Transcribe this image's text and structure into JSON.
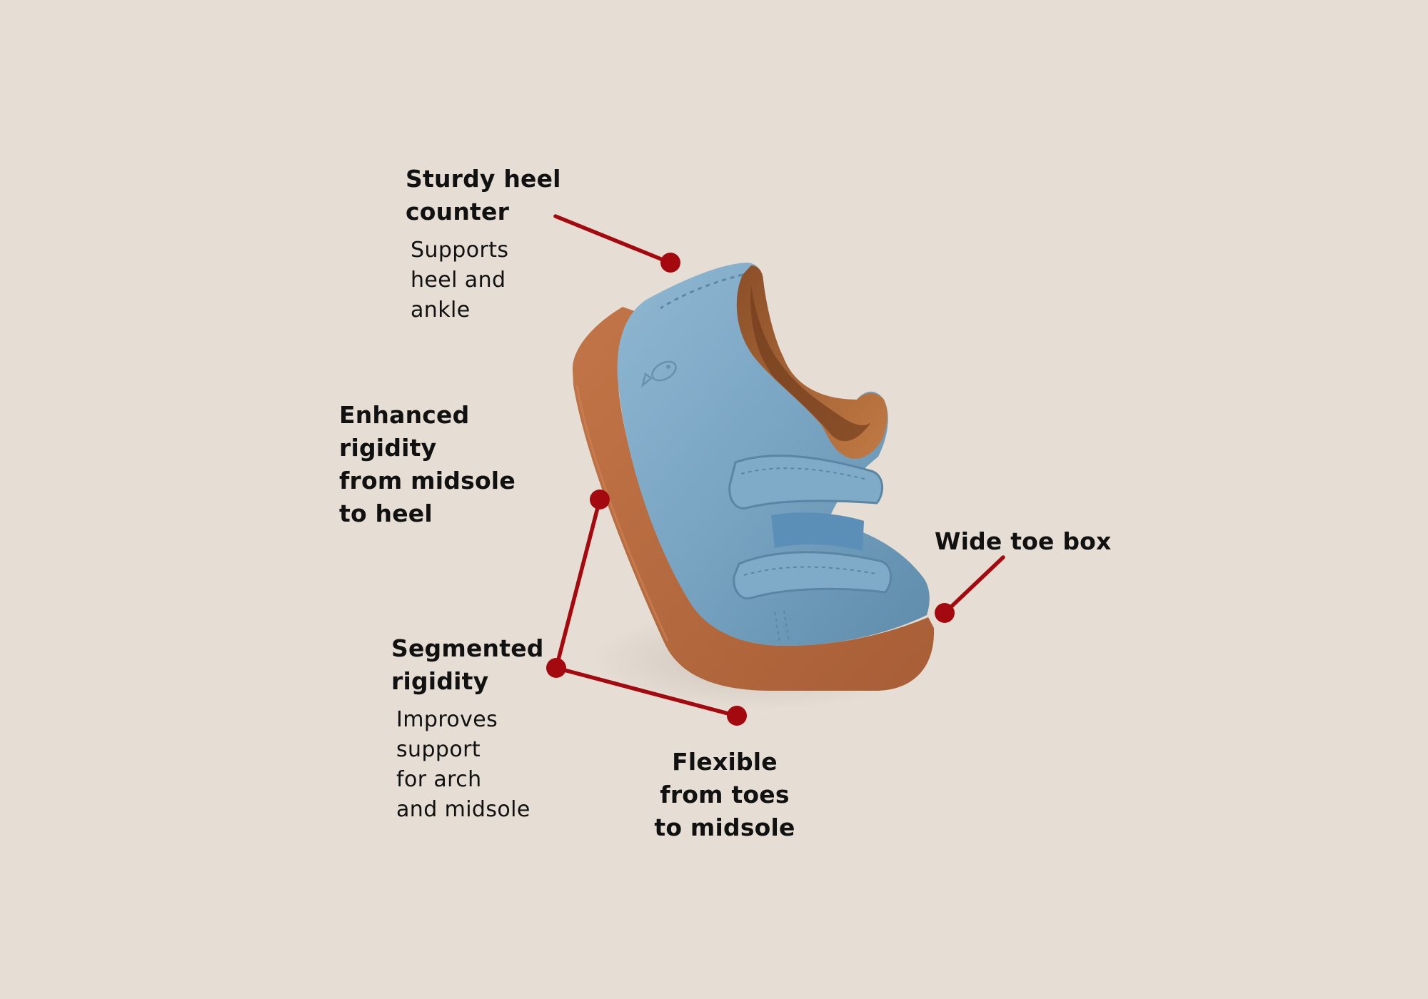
{
  "colors": {
    "background": "#e6ddd4",
    "accent": "#a3090f",
    "shoe_upper": "#7aa6c4",
    "shoe_sole": "#b86b42",
    "shoe_lining": "#b06a36",
    "text": "#111111"
  },
  "illustration": {
    "subject": "shoe-icon"
  },
  "callouts": {
    "heel_counter": {
      "title": "Sturdy heel\ncounter",
      "description": "Supports\nheel and\nankle"
    },
    "enhanced_rigidity": {
      "title": "Enhanced\nrigidity\nfrom midsole\nto heel"
    },
    "wide_toe_box": {
      "title": "Wide toe box"
    },
    "segmented_rigidity": {
      "title": "Segmented\nrigidity",
      "description": "Improves\nsupport\nfor arch\nand midsole"
    },
    "flexible": {
      "title": "Flexible\nfrom toes\nto midsole"
    }
  }
}
